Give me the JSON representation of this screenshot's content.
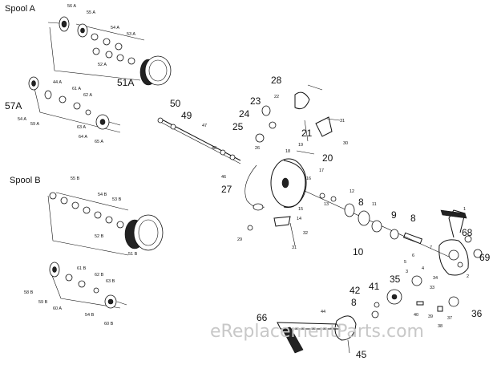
{
  "sections": {
    "spool_a": "Spool  A",
    "spool_b": "Spool  B"
  },
  "labels": {
    "l56a": "56 A",
    "l55a": "55 A",
    "l54a_top": "54 A",
    "l53a": "53 A",
    "l52a": "52 A",
    "l51a": "51A",
    "l57a": "57A",
    "l44a": "44 A",
    "l61a": "61 A",
    "l62a": "62 A",
    "l54a": "54 A",
    "l59a": "59 A",
    "l63a": "63 A",
    "l64a": "64 A",
    "l65a": "65 A",
    "l55b": "55 B",
    "l54b": "54 B",
    "l53b": "53 B",
    "l52b": "52 B",
    "l51b": "51 B",
    "l58b": "58 B",
    "l61b": "61 B",
    "l62b": "62 B",
    "l63b": "63 B",
    "l59b": "59 B",
    "l60b": "60 A",
    "l54b2": "54 B",
    "l60b2": "60 B",
    "l50": "50",
    "l49": "49",
    "l47": "47",
    "l48": "48",
    "l46": "46",
    "l28": "28",
    "l22": "22",
    "l23": "23",
    "l24": "24",
    "l25": "25",
    "l26": "26",
    "l21": "21",
    "l19": "19",
    "l20": "20",
    "l18": "18",
    "l17": "17",
    "l16": "16",
    "l27": "27",
    "l14": "14",
    "l15": "15",
    "l13": "13",
    "l12": "12",
    "l29": "29",
    "l32": "32",
    "l31": "31",
    "l30": "30",
    "l8a": "8",
    "l11": "11",
    "l9": "9",
    "l8b": "8",
    "l10": "10",
    "l7": "7",
    "l6": "6",
    "l5": "5",
    "l4": "4",
    "l3": "3",
    "l1": "1",
    "l2": "2",
    "l68": "68",
    "l69": "69",
    "l35": "35",
    "l41": "41",
    "l42": "42",
    "l8c": "8",
    "l40": "40",
    "l39": "39",
    "l37": "37",
    "l38": "38",
    "l36": "36",
    "l34": "34",
    "l33": "33",
    "l66": "66",
    "l44": "44",
    "l45": "45"
  },
  "watermark": "eReplacementParts.com"
}
